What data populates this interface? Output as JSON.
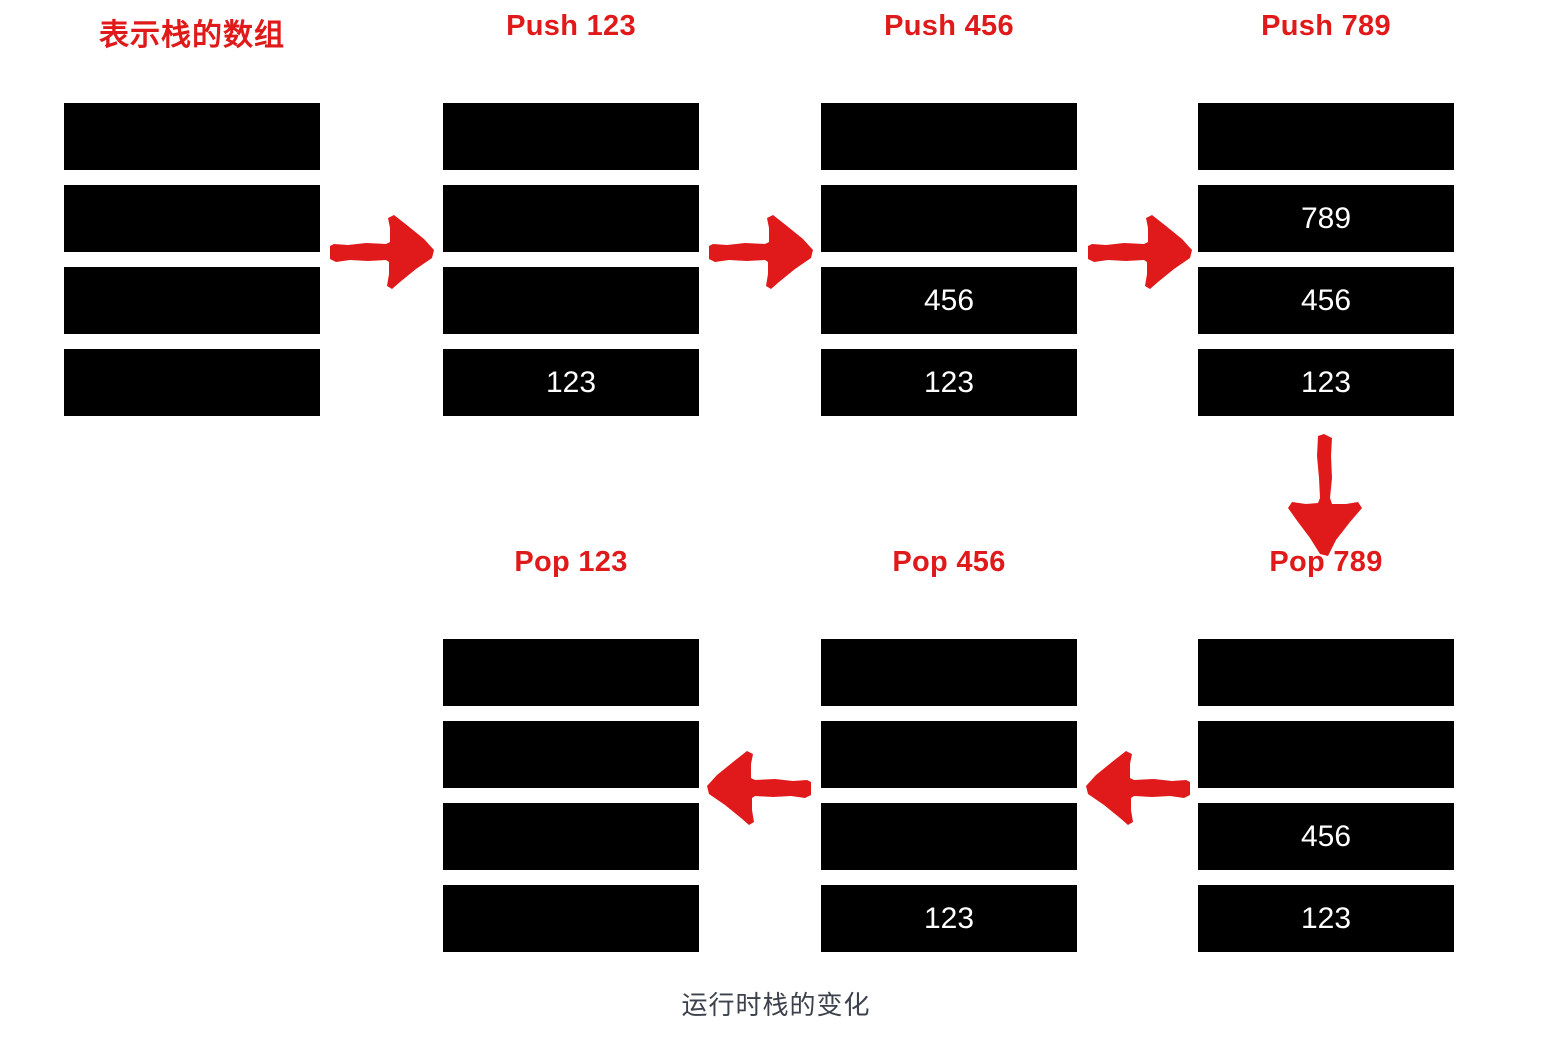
{
  "diagram": {
    "caption": "运行时栈的变化",
    "accent_color": "#E01A1A",
    "cell_color": "#000000",
    "value_color": "#FFFFFF",
    "caption_color": "#3C414B",
    "background": "#FFFFFF"
  },
  "row_top": {
    "columns": [
      {
        "title": "表示栈的数组",
        "cells": [
          "",
          "",
          "",
          ""
        ]
      },
      {
        "title": "Push 123",
        "cells": [
          "",
          "",
          "",
          "123"
        ]
      },
      {
        "title": "Push 456",
        "cells": [
          "",
          "",
          "456",
          "123"
        ]
      },
      {
        "title": "Push 789",
        "cells": [
          "",
          "789",
          "456",
          "123"
        ]
      }
    ]
  },
  "row_bottom": {
    "columns": [
      {
        "title": "Pop 123",
        "cells": [
          "",
          "",
          "",
          ""
        ]
      },
      {
        "title": "Pop 456",
        "cells": [
          "",
          "",
          "",
          "123"
        ]
      },
      {
        "title": "Pop 789",
        "cells": [
          "",
          "",
          "456",
          "123"
        ]
      }
    ]
  },
  "arrows": [
    {
      "name": "arrow-push123",
      "direction": "right"
    },
    {
      "name": "arrow-push456",
      "direction": "right"
    },
    {
      "name": "arrow-push789",
      "direction": "right"
    },
    {
      "name": "arrow-to-pop789",
      "direction": "down"
    },
    {
      "name": "arrow-pop456",
      "direction": "left"
    },
    {
      "name": "arrow-pop123",
      "direction": "left"
    }
  ]
}
